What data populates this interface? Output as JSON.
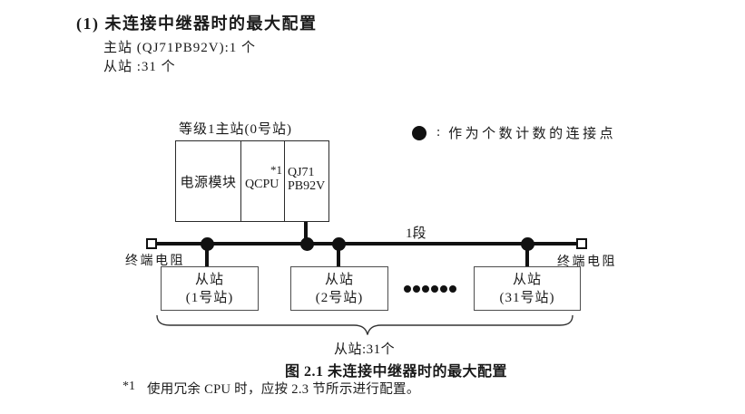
{
  "header": {
    "title": "(1) 未连接中继器时的最大配置",
    "master_count_line": "主站 (QJ71PB92V):1 个",
    "slave_count_line": "从站 :31 个"
  },
  "legend": {
    "colon": ":",
    "label": "作为个数计数的连接点"
  },
  "diagram": {
    "master_station_label": "等级1主站(0号站)",
    "power_module": "电源模块",
    "cpu": "QCPU",
    "cpu_note": "*1",
    "pb92v_line1": "QJ71",
    "pb92v_line2": "PB92V",
    "terminator_left": "终端电阻",
    "terminator_right": "终端电阻",
    "segment_label": "1段",
    "slaves": [
      {
        "line1": "从站",
        "line2": "(1号站)"
      },
      {
        "line1": "从站",
        "line2": "(2号站)"
      },
      {
        "line1": "从站",
        "line2": "(31号站)"
      }
    ],
    "brace_label": "从站:31个"
  },
  "caption": "图 2.1 未连接中继器时的最大配置",
  "footnote": {
    "marker": "*1",
    "text": "使用冗余 CPU 时，应按 2.3 节所示进行配置。"
  }
}
